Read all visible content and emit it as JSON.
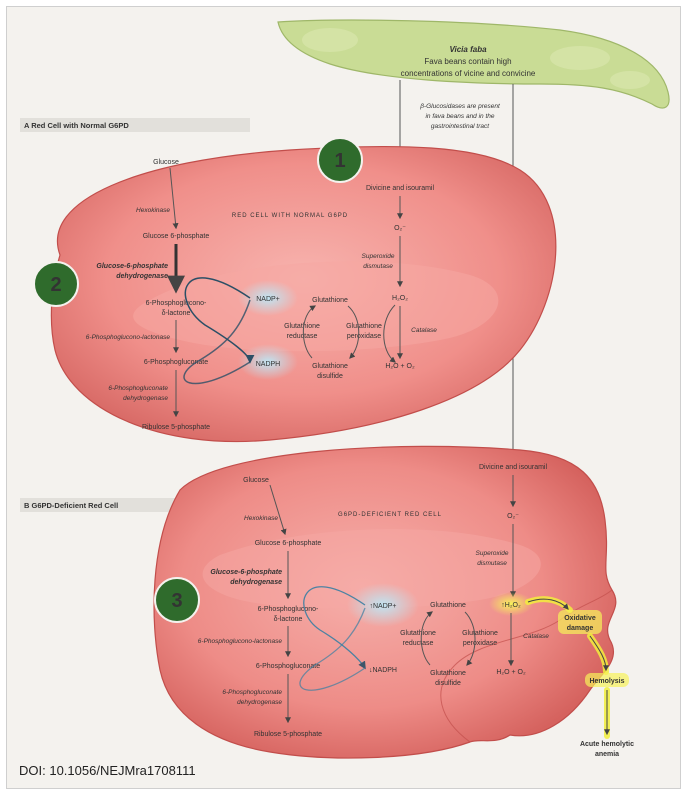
{
  "fava": {
    "title": "Vicia faba",
    "line1": "Fava beans contain high",
    "line2": "concentrations of vicine and convicine"
  },
  "glucosidase": {
    "line1": "β-Glucosidases are present",
    "line2": "in fava beans and in the",
    "line3": "gastrointestinal tract"
  },
  "panel_a": {
    "header": "A  Red Cell with Normal G6PD",
    "watermark": "RED CELL WITH NORMAL G6PD",
    "badge": "2",
    "glucose": "Glucose",
    "hexokinase": "Hexokinase",
    "g6p": "Glucose 6-phosphate",
    "g6pd_1": "Glucose-6-phosphate",
    "g6pd_2": "dehydrogenase",
    "lactone_1": "6-Phosphoglucono-",
    "lactone_2": "δ-lactone",
    "lactonase": "6-Phosphoglucono-lactonase",
    "pg": "6-Phosphogluconate",
    "pgd_1": "6-Phosphogluconate",
    "pgd_2": "dehydrogenase",
    "ribulose": "Ribulose 5-phosphate",
    "nadp": "NADP+",
    "nadph": "NADPH",
    "glutathione": "Glutathione",
    "gr_1": "Glutathione",
    "gr_2": "reductase",
    "gp_1": "Glutathione",
    "gp_2": "peroxidase",
    "gd_1": "Glutathione",
    "gd_2": "disulfide",
    "divicine": "Divicine and isouramil",
    "superoxide": "O₂⁻",
    "sod_1": "Superoxide",
    "sod_2": "dismutase",
    "h2o2": "H₂O₂",
    "catalase": "Catalase",
    "water": "H₂O + O₂"
  },
  "panel_b": {
    "header": "B  G6PD-Deficient Red Cell",
    "watermark": "G6PD-DEFICIENT RED CELL",
    "badge": "3",
    "glucose": "Glucose",
    "hexokinase": "Hexokinase",
    "g6p": "Glucose 6-phosphate",
    "g6pd_1": "Glucose-6-phosphate",
    "g6pd_2": "dehydrogenase",
    "lactone_1": "6-Phosphoglucono-",
    "lactone_2": "δ-lactone",
    "lactonase": "6-Phosphoglucono-lactonase",
    "pg": "6-Phosphogluconate",
    "pgd_1": "6-Phosphogluconate",
    "pgd_2": "dehydrogenase",
    "ribulose": "Ribulose 5-phosphate",
    "nadp": "↑NADP+",
    "nadph": "↓NADPH",
    "glutathione": "Glutathione",
    "gr_1": "Glutathione",
    "gr_2": "reductase",
    "gp_1": "Glutathione",
    "gp_2": "peroxidase",
    "gd_1": "Glutathione",
    "gd_2": "disulfide",
    "divicine": "Divicine and isouramil",
    "superoxide": "O₂⁻",
    "sod_1": "Superoxide",
    "sod_2": "dismutase",
    "h2o2": "↑H₂O₂",
    "catalase": "Catalase",
    "water": "H₂O + O₂",
    "oxidative_1": "Oxidative",
    "oxidative_2": "damage",
    "hemolysis": "Hemolysis",
    "anemia_1": "Acute hemolytic",
    "anemia_2": "anemia"
  },
  "badge_1": "1",
  "doi": "DOI: 10.1056/NEJMra1708111",
  "colors": {
    "cell": "#f08a86",
    "cell_dark": "#d9605d",
    "badge": "#2f6b2c",
    "nadp_glow": "#a9d8ea",
    "highlight": "#f2ef3c",
    "pod": "#c5d98e",
    "red_text": "#c0392b"
  }
}
